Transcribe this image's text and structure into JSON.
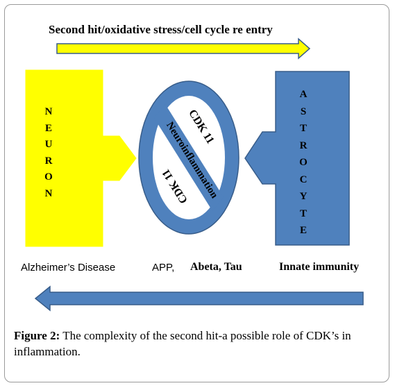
{
  "diagram": {
    "title": "Second hit/oxidative stress/cell cycle re entry",
    "neuron_letters": [
      "N",
      "E",
      "U",
      "R",
      "O",
      "N"
    ],
    "astrocyte_letters": [
      "A",
      "S",
      "T",
      "R",
      "O",
      "C",
      "Y",
      "T",
      "E"
    ],
    "circle_top_text": "CDK 11",
    "circle_bar_text": "Neuroinflammation",
    "circle_bottom_text": "CDK 11",
    "labels": {
      "disease": "Alzheimer’s Disease",
      "app": "APP,",
      "abeta_tau": "Abeta, Tau",
      "innate": "Innate immunity"
    },
    "colors": {
      "yellow": "#ffff00",
      "blue": "#4f81bd",
      "blue_stroke": "#385d8a"
    }
  },
  "caption": {
    "label": "Figure 2:",
    "text": " The complexity of the second hit-a possible role of CDK’s in inflammation."
  }
}
